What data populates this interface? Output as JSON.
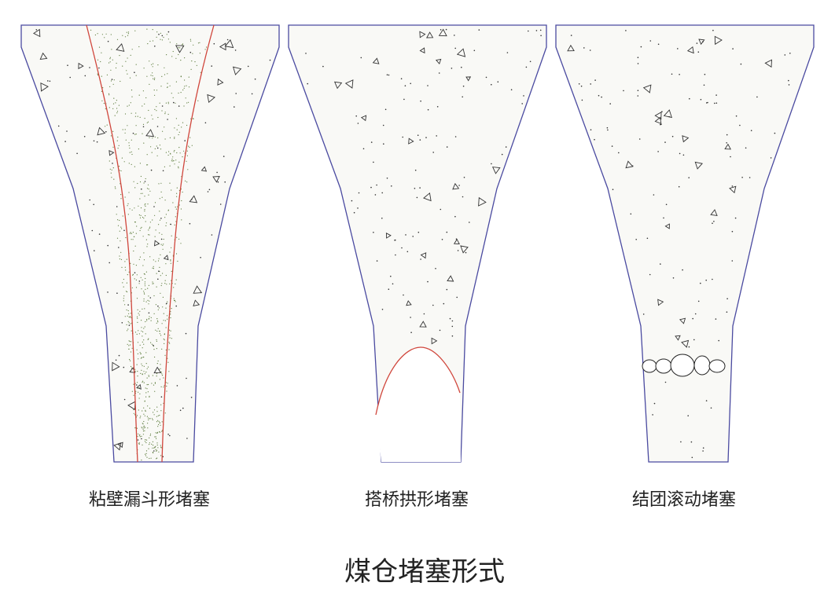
{
  "figure": {
    "title": "煤仓堵塞形式",
    "panels": [
      {
        "id": "panel-1",
        "caption": "粘壁漏斗形堵塞",
        "blockage": "wall-sticking-funnel"
      },
      {
        "id": "panel-2",
        "caption": "搭桥拱形堵塞",
        "blockage": "bridging-arch"
      },
      {
        "id": "panel-3",
        "caption": "结团滚动堵塞",
        "blockage": "agglomerate-rolling"
      }
    ]
  },
  "colors": {
    "outline": "#4a4aa0",
    "blockage_line": "#d0463c",
    "fill": "#f9f9f6",
    "particle": "#333333"
  }
}
